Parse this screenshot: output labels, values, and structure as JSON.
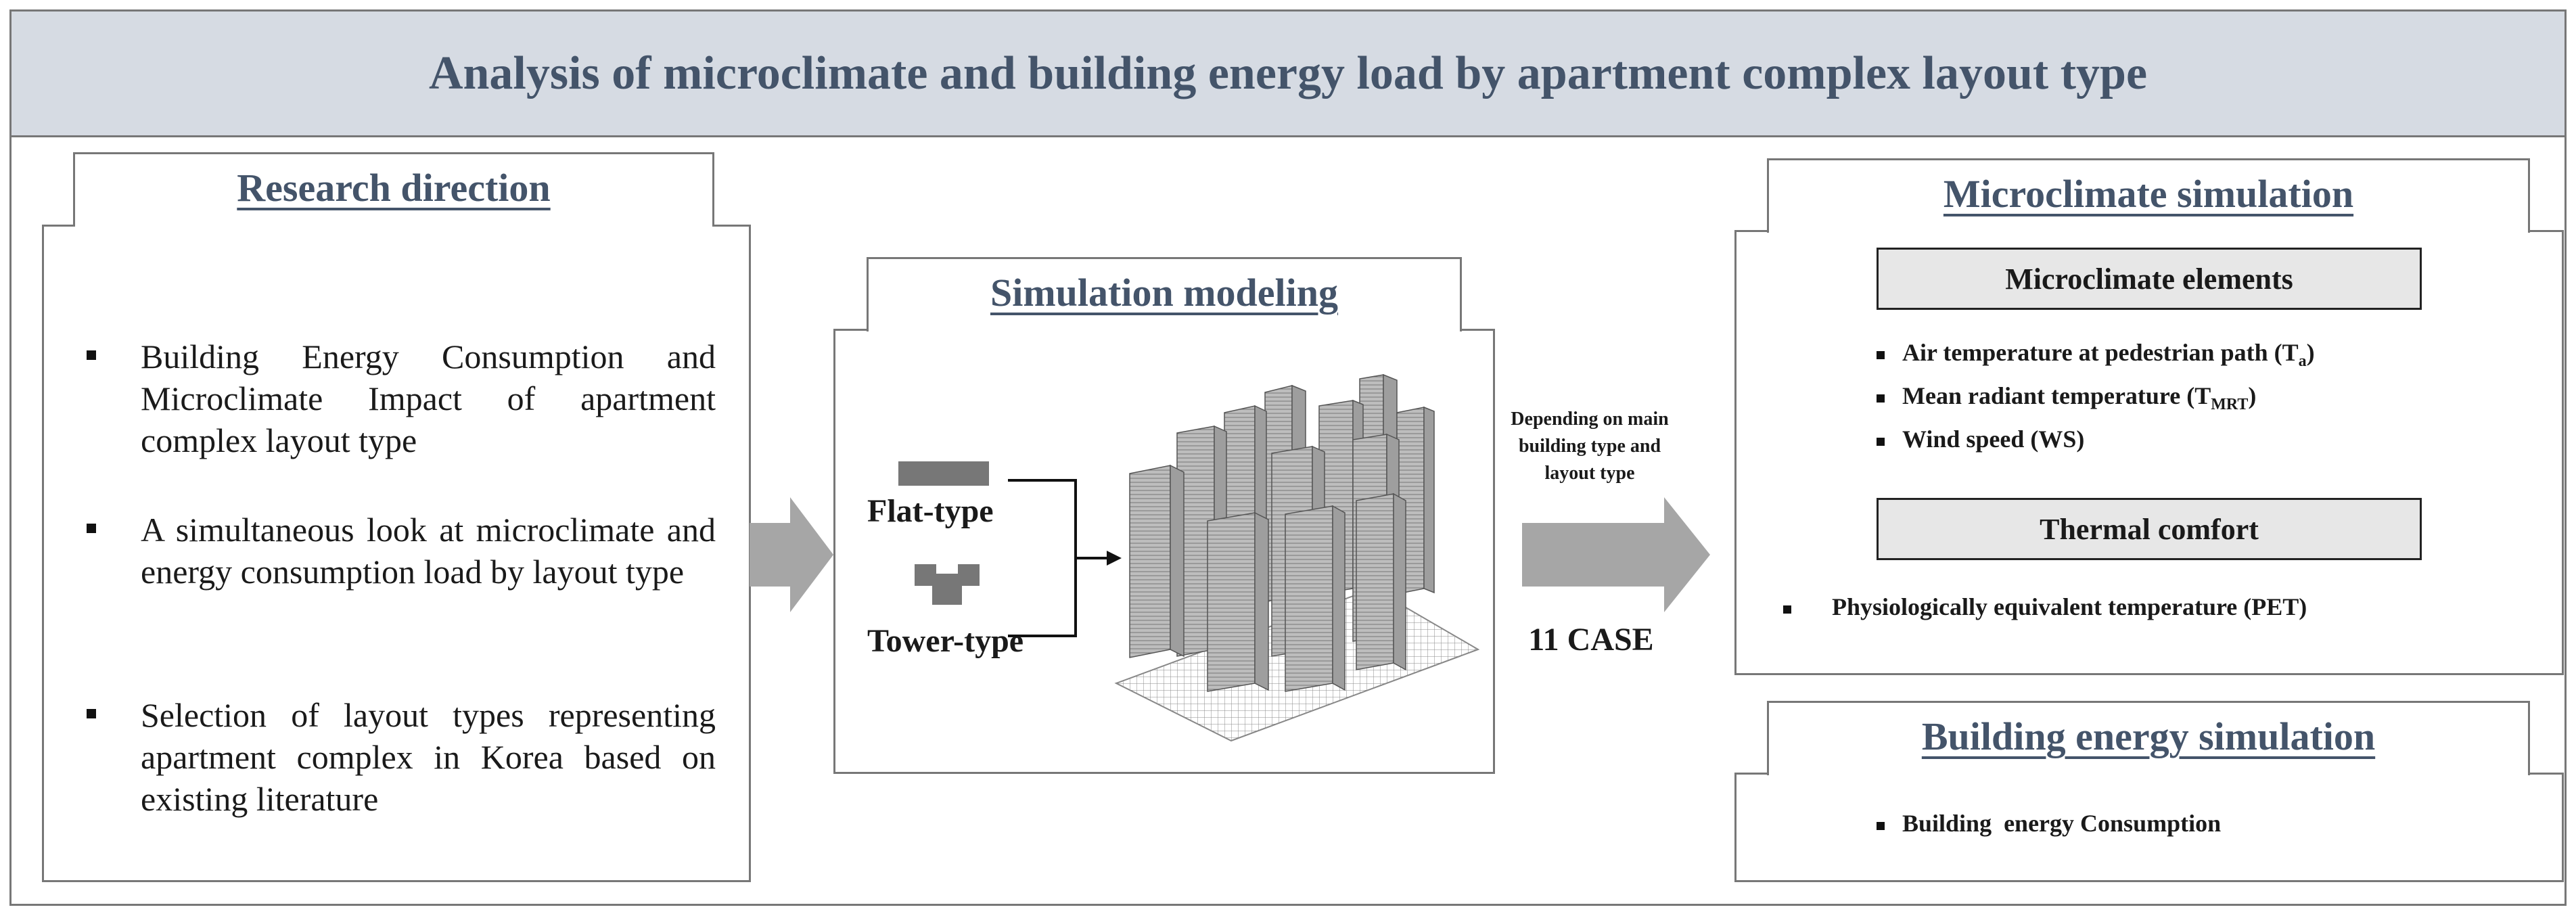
{
  "title": "Analysis of microclimate and building energy load by apartment complex layout type",
  "research": {
    "heading": "Research direction",
    "bullets": [
      "Building Energy Consumption and Microclimate Impact of apartment complex layout type",
      "A simultaneous look at microclimate and energy consumption load by layout type",
      "Selection of layout types representing apartment complex in Korea based on existing literature"
    ]
  },
  "modeling": {
    "heading": "Simulation  modeling",
    "flat": "Flat-type",
    "tower": "Tower-type"
  },
  "connector": {
    "label": "Depending on main building type and layout type",
    "cases": "11 CASE"
  },
  "micro": {
    "heading": "Microclimate simulation",
    "elements_title": "Microclimate elements",
    "elements": [
      {
        "text": "Air temperature at pedestrian path (T",
        "sub": "a",
        "end": ")"
      },
      {
        "text": "Mean radiant temperature (T",
        "sub": "MRT",
        "end": ")"
      },
      {
        "text": "Wind speed (WS)",
        "sub": "",
        "end": ""
      }
    ],
    "comfort_title": "Thermal comfort",
    "comfort_items": [
      "Physiologically equivalent temperature (PET)"
    ]
  },
  "energy": {
    "heading": "Building  energy simulation",
    "items": [
      "Building  energy Consumption"
    ]
  },
  "colors": {
    "title_bg": "#d6dbe3",
    "heading": "#44546a",
    "arrow": "#a6a6a6",
    "box_fill": "#e7e7e7"
  }
}
